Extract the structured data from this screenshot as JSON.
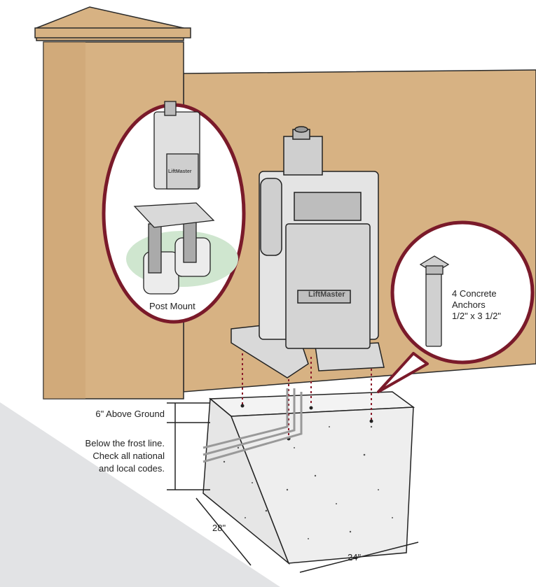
{
  "labels": {
    "post_mount": "Post Mount",
    "anchors_line1": "4 Concrete",
    "anchors_line2": "Anchors",
    "anchors_line3": "1/2\" x 3 1/2\"",
    "above_ground": "6\" Above Ground",
    "frost_line1": "Below the frost line.",
    "frost_line2": "Check all national",
    "frost_line3": "and local codes.",
    "dim_depth": "28\"",
    "dim_width": "24\"",
    "brand": "LiftMaster"
  },
  "colors": {
    "wall": "#d7b283",
    "wall_outline": "#2a2a2a",
    "callout_ring": "#7a1a2a",
    "concrete": "#eeeeee",
    "ground_shadow": "#e2e3e5",
    "grass": "#cfe6cf",
    "guide_lines": "#8b1a2a",
    "operator_body": "#d9d9d9"
  }
}
